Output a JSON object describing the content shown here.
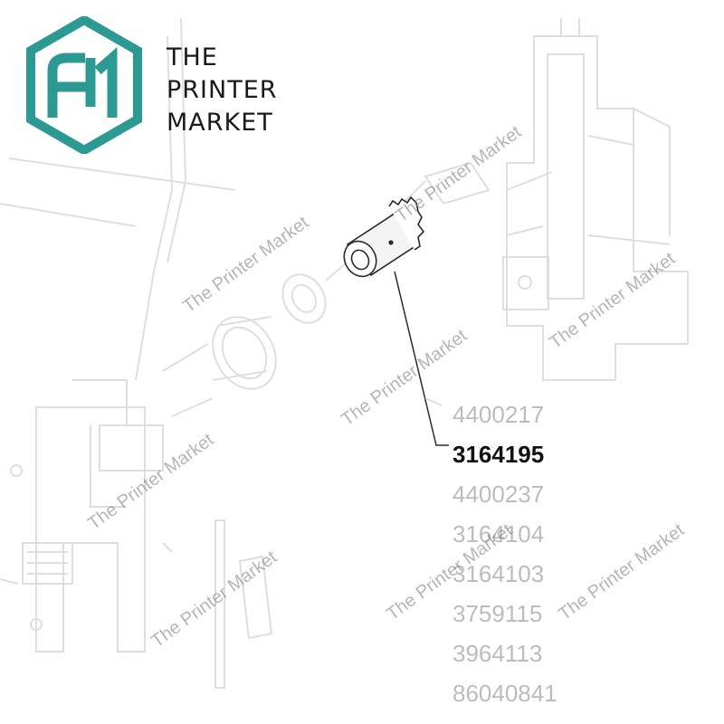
{
  "logo": {
    "line1": "THE",
    "line2": "PRINTER",
    "line3": "MARKET",
    "accent_color": "#2c9a93"
  },
  "callout": {
    "highlighted_part": "3164195"
  },
  "part_numbers": [
    {
      "number": "4400217",
      "highlight": false
    },
    {
      "number": "3164195",
      "highlight": true
    },
    {
      "number": "4400237",
      "highlight": false
    },
    {
      "number": "3164104",
      "highlight": false
    },
    {
      "number": "3164103",
      "highlight": false
    },
    {
      "number": "3759115",
      "highlight": false
    },
    {
      "number": "3964113",
      "highlight": false
    },
    {
      "number": "86040841",
      "highlight": false
    }
  ],
  "watermark_text": "The Printer Market"
}
